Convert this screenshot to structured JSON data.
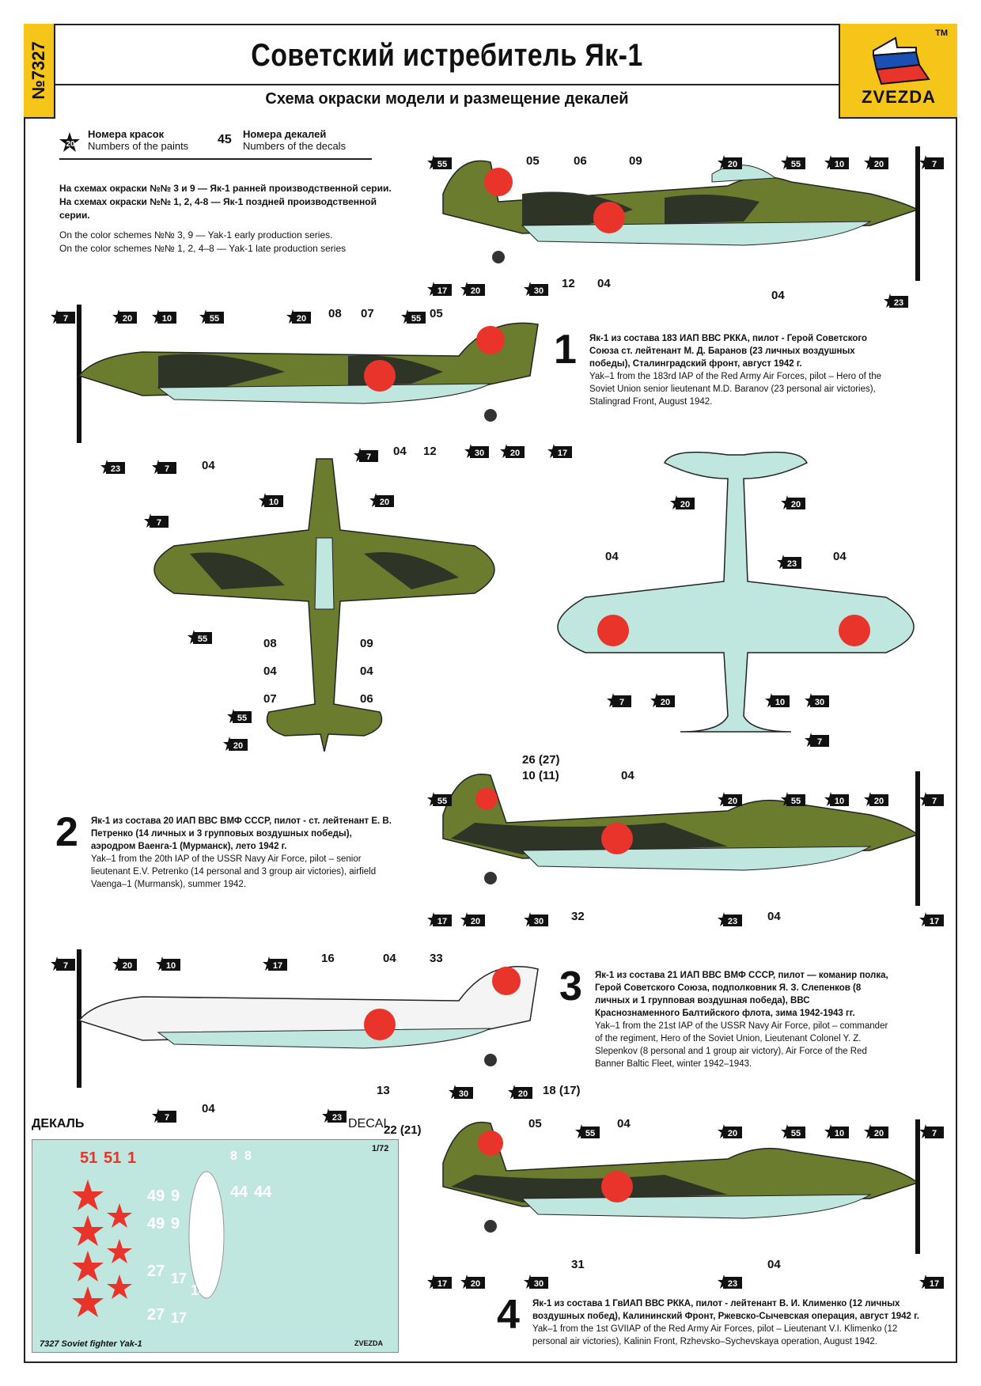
{
  "header": {
    "catalog_number": "№7327",
    "title": "Советский истребитель Як-1",
    "subtitle": "Схема окраски модели и размещение декалей",
    "brand": "ZVEZDA",
    "tm": "TM"
  },
  "legend": {
    "paint_sample": "20",
    "paint_ru": "Номера красок",
    "paint_en": "Numbers of the paints",
    "decal_sample": "45",
    "decal_ru": "Номера декалей",
    "decal_en": "Numbers of the decals"
  },
  "notes": {
    "ru1": "На схемах окраски №№ 3 и 9 — Як-1 ранней производственной серии.",
    "ru2": "На схемах окраски №№ 1, 2, 4-8 — Як-1 поздней производственной серии.",
    "en1": "On the color schemes №№ 3, 9 — Yak-1 early production series.",
    "en2": "On the color schemes №№ 1, 2, 4–8 — Yak-1 late production series"
  },
  "schemes": [
    {
      "number": "1",
      "ru": "Як-1 из состава 183 ИАП ВВС РККА, пилот - Герой Советского Союза ст. лейтенант М. Д. Баранов (23 личных воздушных победы), Сталинградский фронт, август 1942 г.",
      "en": "Yak–1 from the 183rd IAP of the Red Army Air Forces, pilot – Hero of the Soviet Union senior lieutenant M.D. Baranov (23 personal air victories), Stalingrad Front, August 1942."
    },
    {
      "number": "2",
      "ru": "Як-1 из состава 20 ИАП ВВС ВМФ СССР, пилот - ст. лейтенант Е. В. Петренко (14 личных и 3 групповых воздушных победы), аэродром Ваенга-1 (Мурманск), лето 1942 г.",
      "en": "Yak–1 from the 20th IAP of the USSR Navy Air Force, pilot – senior lieutenant E.V. Petrenko (14 personal and 3 group air victories), airfield Vaenga–1 (Murmansk), summer 1942."
    },
    {
      "number": "3",
      "ru": "Як-1 из состава 21 ИАП ВВС ВМФ СССР, пилот — команир полка, Герой Советского Союза, подполковник Я. З. Слепенков (8 личных и 1 групповая воздушная победа), ВВС Краснознаменного Балтийского флота, зима 1942-1943 гг.",
      "en": "Yak–1 from the 21st IAP of the USSR Navy Air Force, pilot – commander of the regiment, Hero of the Soviet Union, Lieutenant Colonel Y. Z. Slepenkov (8 personal and 1 group air victory), Air Force of the Red Banner Baltic Fleet, winter 1942–1943."
    },
    {
      "number": "4",
      "ru": "Як-1 из состава 1 ГвИАП ВВС РККА, пилот - лейтенант В. И. Клименко (12 личных воздушных побед), Калининский Фронт, Ржевско-Сычевская операция, август 1942 г.",
      "en": "Yak–1 from the 1st GVIIAP of the Red Army Air Forces, pilot – Lieutenant V.I. Klimenko (12 personal air victories), Kalinin Front, Rzhevsko–Sychevskaya operation, August 1942."
    }
  ],
  "callouts": {
    "p1_top": [
      "05",
      "06",
      "09"
    ],
    "p1_bottom": [
      "12",
      "04",
      "04"
    ],
    "p2_top": [
      "08",
      "07",
      "05"
    ],
    "p2_bottom": [
      "04",
      "04",
      "12"
    ],
    "topview": [
      "08",
      "09",
      "04",
      "04",
      "07",
      "06"
    ],
    "bottomview": [
      "04",
      "04"
    ],
    "p3_top": [
      "26 (27)",
      "10 (11)",
      "04"
    ],
    "p3_bottom": [
      "32",
      "04"
    ],
    "p4_top": [
      "16",
      "04",
      "33"
    ],
    "p4_bottom": [
      "04",
      "13",
      "18 (17)"
    ],
    "p5_top": [
      "22 (21)",
      "05",
      "04"
    ],
    "p5_bottom": [
      "31",
      "04"
    ]
  },
  "paints": {
    "p1": [
      "55",
      "20",
      "55",
      "10",
      "20",
      "7",
      "17",
      "20",
      "30",
      "23"
    ],
    "p2": [
      "7",
      "20",
      "10",
      "55",
      "20",
      "55",
      "23",
      "7",
      "30",
      "20",
      "17"
    ],
    "p3": [
      "7",
      "10",
      "20",
      "7",
      "55",
      "20",
      "55"
    ],
    "p4": [
      "20",
      "20",
      "23",
      "7",
      "20",
      "10",
      "30",
      "7"
    ],
    "p5": [
      "55",
      "20",
      "55",
      "10",
      "20",
      "7",
      "17",
      "20",
      "30",
      "23",
      "17"
    ],
    "p6": [
      "7",
      "20",
      "10",
      "17",
      "7",
      "30",
      "20",
      "23"
    ],
    "p7": [
      "55",
      "20",
      "55",
      "10",
      "20",
      "7",
      "17",
      "20",
      "30",
      "23",
      "17"
    ]
  },
  "decal": {
    "title_ru": "ДЕКАЛЬ",
    "title_en": "DECAL",
    "scale": "1/72",
    "caption": "7327  Soviet  fighter  Yak-1",
    "brand": "ZVEZDA",
    "numbers": [
      "51",
      "51",
      "1",
      "49",
      "9",
      "49",
      "9",
      "44",
      "44",
      "27",
      "17",
      "14",
      "27",
      "17",
      "8",
      "8"
    ]
  },
  "colors": {
    "accent_yellow": "#f6c51a",
    "olive": "#6b7c2e",
    "dark_green": "#2e3526",
    "underside": "#bfe6df",
    "star_red": "#e8342b",
    "white": "#ffffff"
  }
}
